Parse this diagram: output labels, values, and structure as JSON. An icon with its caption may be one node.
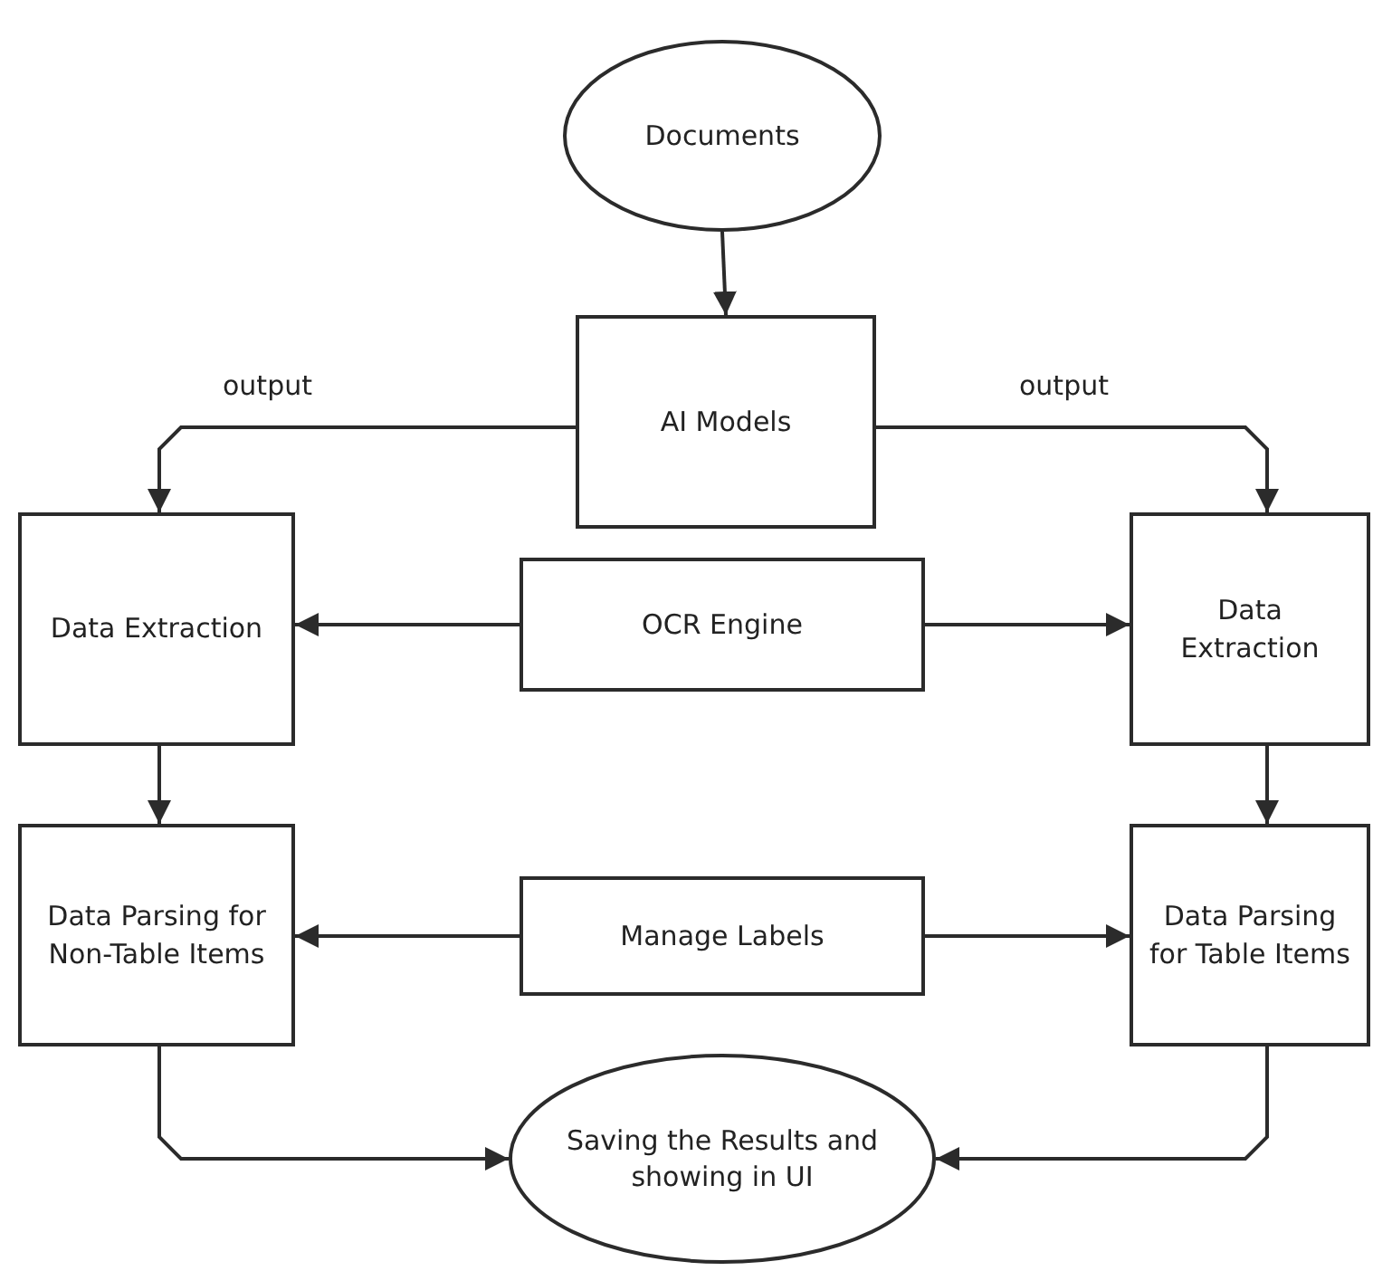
{
  "diagram": {
    "nodes": [
      {
        "text": [
          "Documents"
        ]
      },
      {
        "text": [
          "AI Models"
        ]
      },
      {
        "text": [
          "Data Extraction"
        ]
      },
      {
        "text": [
          "OCR Engine"
        ]
      },
      {
        "text": [
          "Data Extraction"
        ]
      },
      {
        "text": [
          "Data Parsing for Non-Table Items"
        ]
      },
      {
        "text": [
          "Manage Labels"
        ]
      },
      {
        "text": [
          "Data Parsing for Table Items"
        ]
      },
      {
        "text": [
          "Saving the Results and showing in UI"
        ]
      }
    ],
    "edges": [
      {
        "from": 0,
        "to": 1,
        "arrow": "to"
      },
      {
        "from": 1,
        "to": 2,
        "arrow": "to",
        "label": "output"
      },
      {
        "from": 1,
        "to": 4,
        "arrow": "to",
        "label": "output"
      },
      {
        "from": 3,
        "to": 2,
        "arrow": "to"
      },
      {
        "from": 3,
        "to": 4,
        "arrow": "to"
      },
      {
        "from": 2,
        "to": 5,
        "arrow": "to"
      },
      {
        "from": 4,
        "to": 7,
        "arrow": "to"
      },
      {
        "from": 6,
        "to": 5,
        "arrow": "to"
      },
      {
        "from": 6,
        "to": 7,
        "arrow": "to"
      },
      {
        "from": 5,
        "to": 8,
        "arrow": "to"
      },
      {
        "from": 7,
        "to": 8,
        "arrow": "to"
      }
    ]
  }
}
